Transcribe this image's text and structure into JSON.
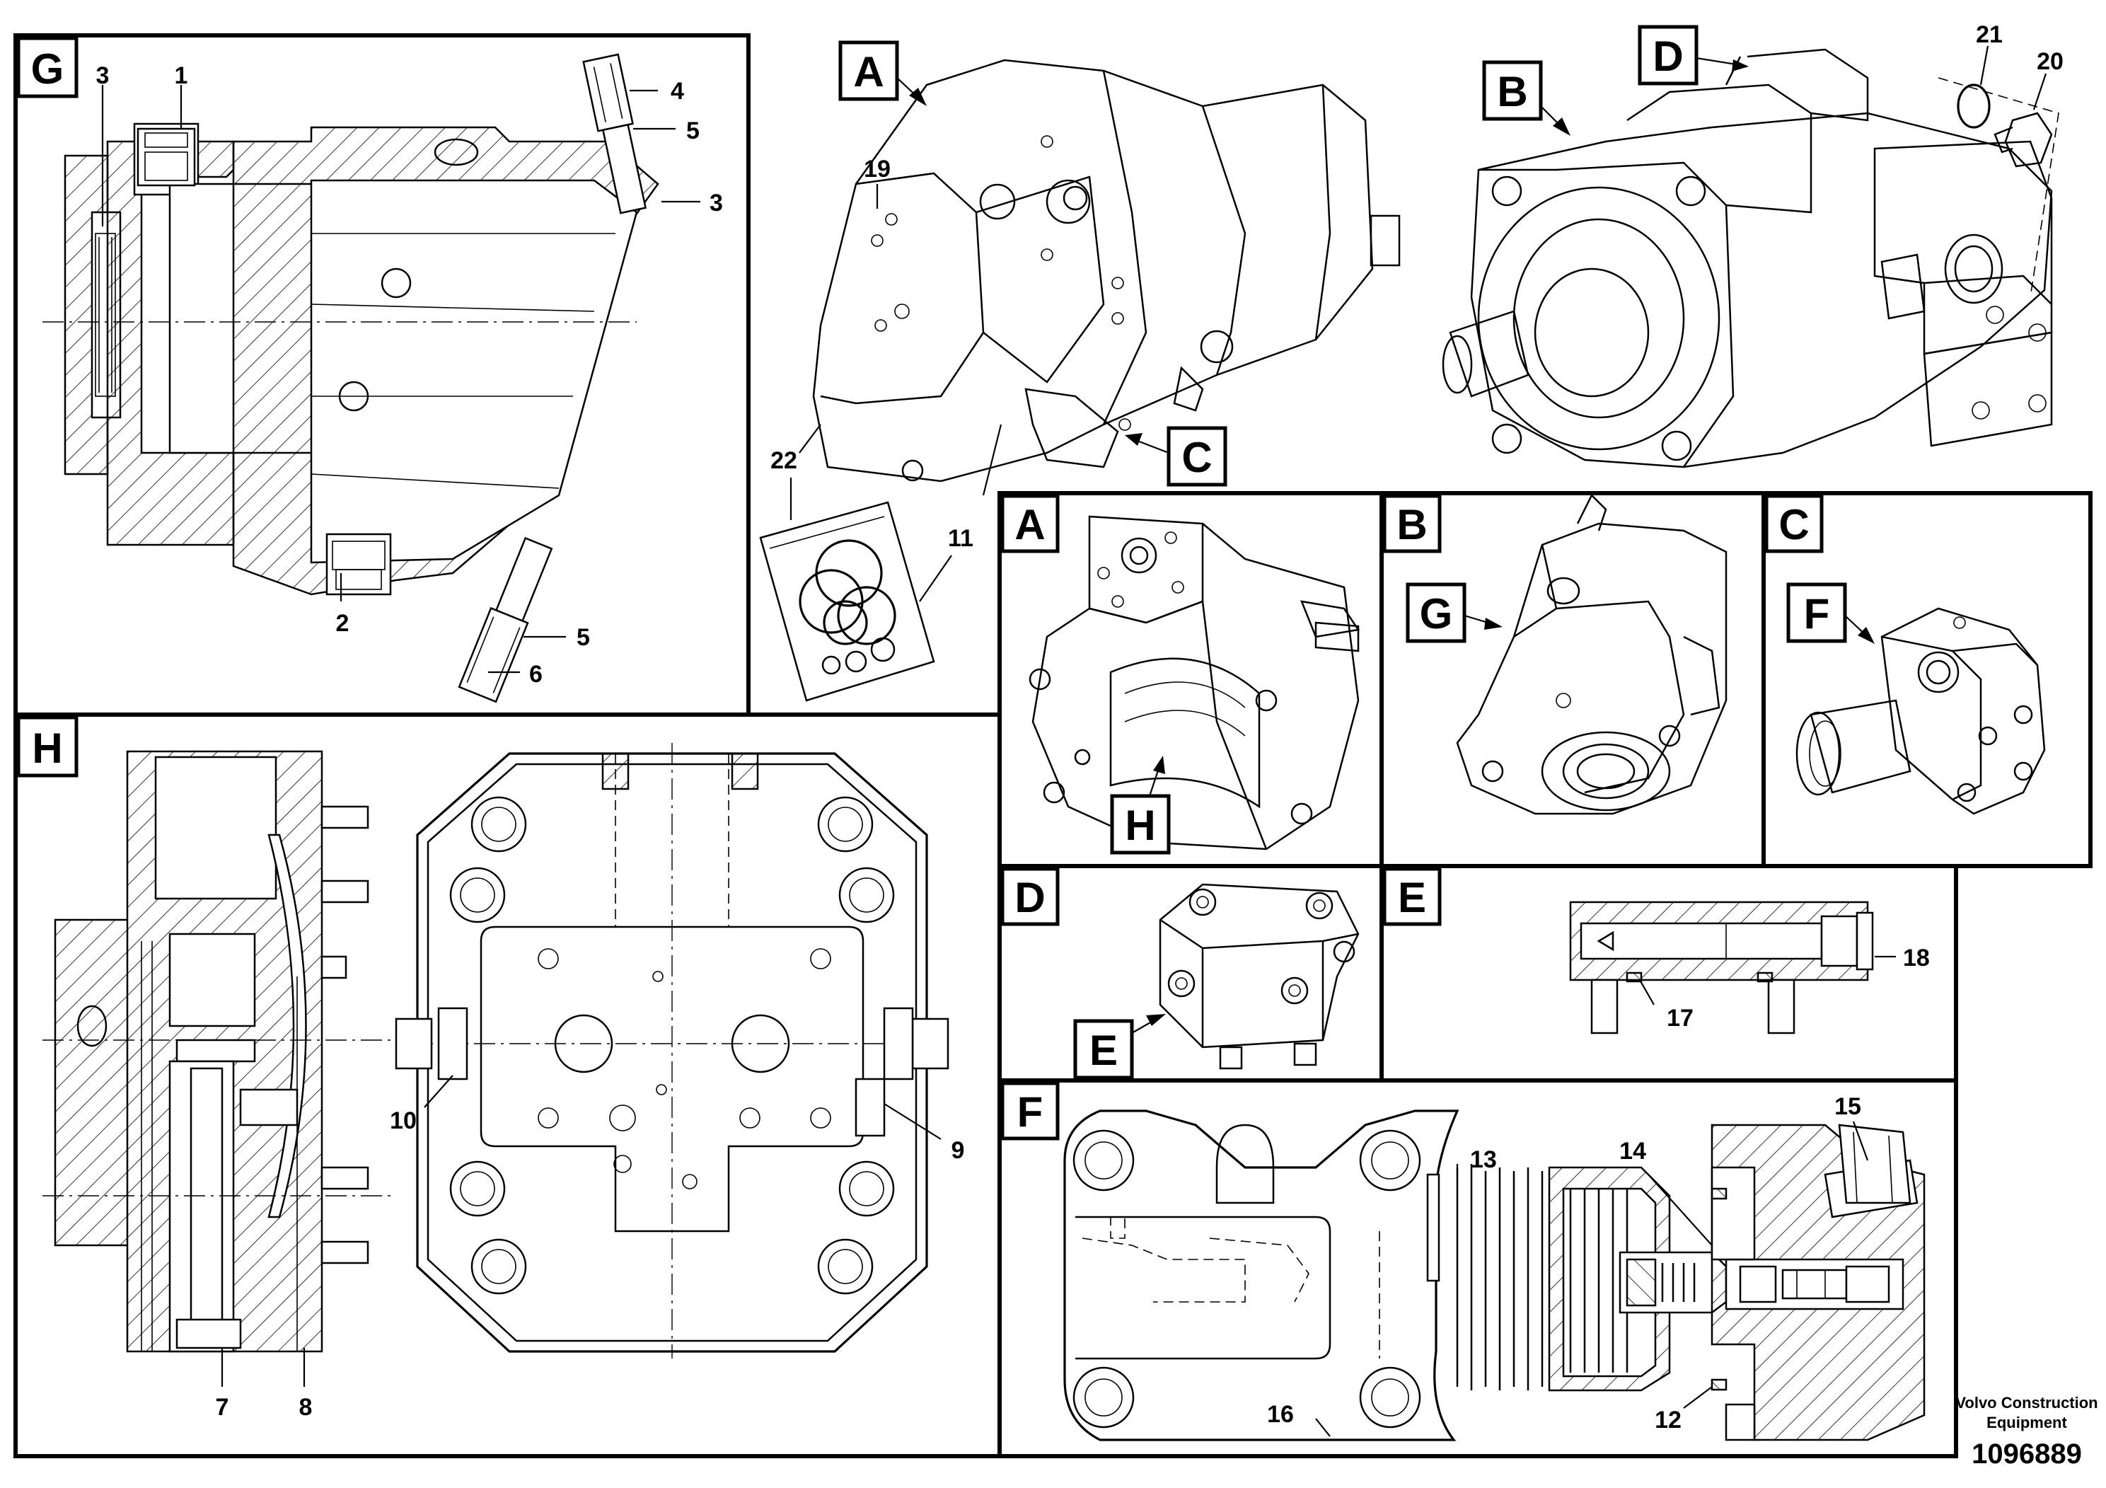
{
  "panels": {
    "G": "G",
    "H": "H",
    "A": "A",
    "B": "B",
    "C": "C",
    "D": "D",
    "E": "E",
    "F": "F"
  },
  "overview_labels": {
    "A": "A",
    "B": "B",
    "C": "C",
    "D": "D"
  },
  "inset_labels": {
    "H_in_A": "H",
    "G_in_B": "G",
    "F_in_C": "F",
    "E_in_D": "E"
  },
  "callouts": {
    "g1": "1",
    "g2": "2",
    "g3a": "3",
    "g3b": "3",
    "g4": "4",
    "g5a": "5",
    "g5b": "5",
    "g6": "6",
    "h7": "7",
    "h8": "8",
    "h9": "9",
    "h10": "10",
    "o11": "11",
    "o19": "19",
    "o20": "20",
    "o21": "21",
    "o22": "22",
    "f12": "12",
    "f13": "13",
    "f14": "14",
    "f15": "15",
    "f16": "16",
    "e17": "17",
    "e18": "18"
  },
  "footer": {
    "brand_line1": "Volvo Construction",
    "brand_line2": "Equipment",
    "doc_number": "1096889"
  }
}
